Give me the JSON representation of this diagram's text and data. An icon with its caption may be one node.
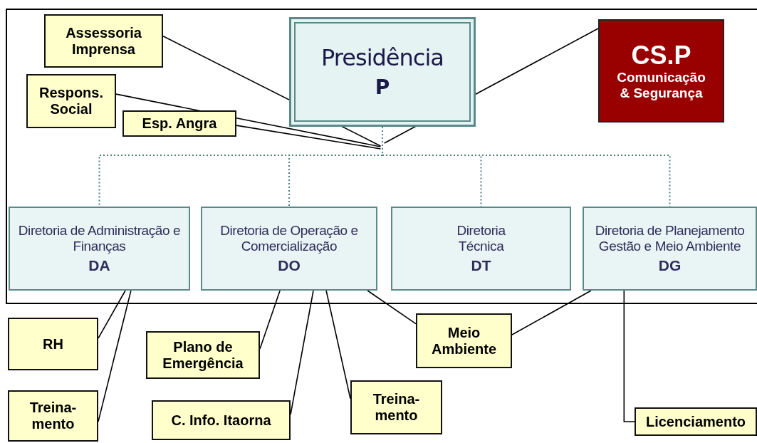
{
  "diagram": {
    "nodes": [
      {
        "text": [
          "Presidência",
          "P"
        ]
      },
      {
        "text": [
          "Assessoria Imprensa"
        ]
      },
      {
        "text": [
          "Respons. Social"
        ]
      },
      {
        "text": [
          "Esp. Angra"
        ]
      },
      {
        "text": [
          "CS.P",
          "Comunicação & Segurança"
        ]
      },
      {
        "text": [
          "Diretoria de Administração e Finanças",
          "DA"
        ]
      },
      {
        "text": [
          "Diretoria de Operação e Comercialização",
          "DO"
        ]
      },
      {
        "text": [
          "Diretoria Técnica",
          "DT"
        ]
      },
      {
        "text": [
          "Diretoria de Planejamento Gestão e Meio Ambiente",
          "DG"
        ]
      },
      {
        "text": [
          "RH"
        ]
      },
      {
        "text": [
          "Treina- mento"
        ]
      },
      {
        "text": [
          "Plano de Emergência"
        ]
      },
      {
        "text": [
          "C. Info. Itaorna"
        ]
      },
      {
        "text": [
          "Treina- mento"
        ]
      },
      {
        "text": [
          "Meio Ambiente"
        ]
      },
      {
        "text": [
          "Licenciamento"
        ]
      }
    ],
    "edges": [
      {
        "from": 0,
        "to": 5,
        "arrow": "none",
        "style": "dashed",
        "color": "#4a8080"
      },
      {
        "from": 0,
        "to": 6,
        "arrow": "none",
        "style": "dashed",
        "color": "#4a8080"
      },
      {
        "from": 0,
        "to": 7,
        "arrow": "none",
        "style": "dashed",
        "color": "#4a8080"
      },
      {
        "from": 0,
        "to": 8,
        "arrow": "none",
        "style": "dashed",
        "color": "#4a8080"
      },
      {
        "from": 1,
        "to": 0,
        "arrow": "none"
      },
      {
        "from": 2,
        "to": 0,
        "arrow": "none"
      },
      {
        "from": 3,
        "to": 0,
        "arrow": "none"
      },
      {
        "from": 4,
        "to": 0,
        "arrow": "none"
      },
      {
        "from": 5,
        "to": 9,
        "arrow": "none"
      },
      {
        "from": 5,
        "to": 10,
        "arrow": "none"
      },
      {
        "from": 6,
        "to": 11,
        "arrow": "none"
      },
      {
        "from": 6,
        "to": 12,
        "arrow": "none"
      },
      {
        "from": 6,
        "to": 13,
        "arrow": "none"
      },
      {
        "from": 6,
        "to": 14,
        "arrow": "none"
      },
      {
        "from": 8,
        "to": 14,
        "arrow": "none"
      },
      {
        "from": 8,
        "to": 15,
        "arrow": "none"
      }
    ]
  }
}
